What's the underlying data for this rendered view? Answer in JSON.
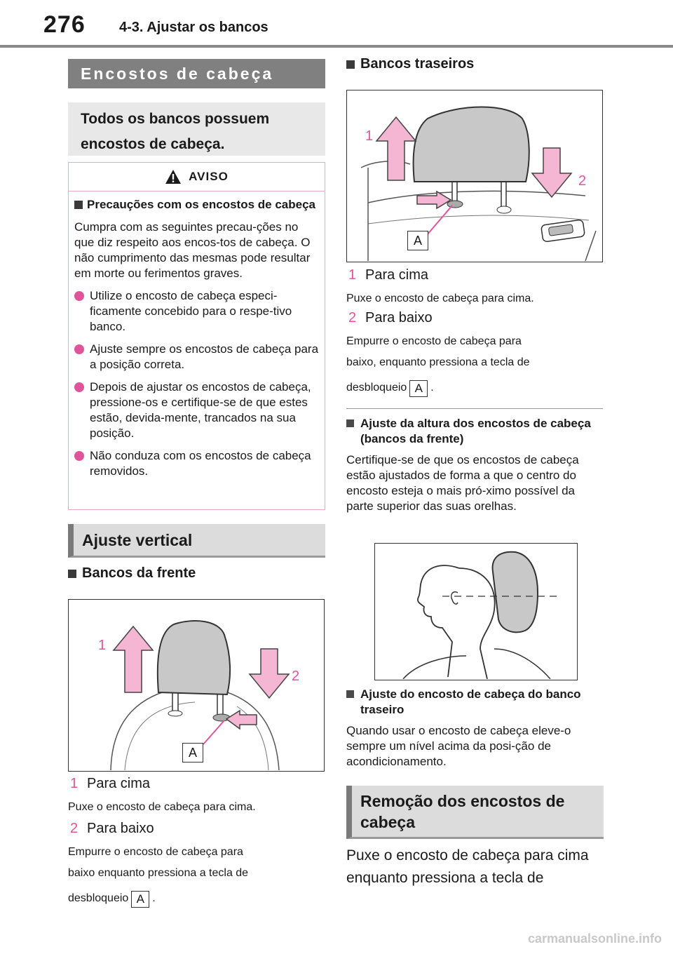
{
  "header": {
    "page_number": "276",
    "chapter": "4-3. Ajustar os bancos"
  },
  "left": {
    "section_title": "Encostos de cabeça",
    "intro": "Todos os bancos possuem encostos de cabeça.",
    "warning": {
      "label": "AVISO",
      "subtitle": "Precauções com os encostos de cabeça",
      "paragraph": "Cumpra com as seguintes precau-ções no que diz respeito aos encos-tos de cabeça. O não cumprimento das mesmas pode resultar em morte ou ferimentos graves.",
      "bullets": [
        "Utilize o encosto de cabeça especi-ficamente concebido para o respe-tivo banco.",
        "Ajuste sempre os encostos de cabeça para a posição correta.",
        "Depois de ajustar os encostos de cabeça, pressione-os e certifique-se de que estes estão, devida-mente, trancados na sua posição.",
        "Não conduza com os encostos de cabeça removidos."
      ]
    },
    "vertical_title": "Ajuste vertical",
    "front_title": "Bancos da frente",
    "figure_labels": {
      "one": "1",
      "two": "2",
      "a": "A"
    },
    "step1_num": "1",
    "step1_title": "Para cima",
    "step1_desc": "Puxe o encosto de cabeça para cima.",
    "step2_num": "2",
    "step2_title": "Para baixo",
    "step2_desc_a": "Empurre o encosto de cabeça para",
    "step2_desc_b": "baixo enquanto pressiona a tecla de",
    "step2_desc_c": "desbloqueio",
    "key": "A",
    "period": "."
  },
  "right": {
    "rear_title": "Bancos traseiros",
    "figure_labels": {
      "one": "1",
      "two": "2",
      "a": "A"
    },
    "step1_num": "1",
    "step1_title": "Para cima",
    "step1_desc": "Puxe o encosto de cabeça para cima.",
    "step2_num": "2",
    "step2_title": "Para baixo",
    "step2_desc_a": "Empurre o encosto de cabeça para",
    "step2_desc_b": "baixo, enquanto pressiona a tecla de",
    "step2_desc_c": "desbloqueio",
    "key": "A",
    "period": ".",
    "height_title": "Ajuste da altura dos encostos de cabeça (bancos da frente)",
    "height_text": "Certifique-se de que os encostos de cabeça estão ajustados de forma a que o centro do encosto esteja o mais pró-ximo possível da parte superior das suas orelhas.",
    "rear_adjust_title": "Ajuste do encosto de cabeça do banco traseiro",
    "rear_adjust_text": "Quando usar o encosto de cabeça eleve-o sempre um nível acima da posi-ção de acondicionamento.",
    "removal_title": "Remoção dos encostos de cabeça",
    "removal_text": "Puxe o encosto de cabeça para cima enquanto pressiona a tecla de"
  },
  "footer": "carmanualsonline.info",
  "colors": {
    "accent": "#e0549b",
    "arrow_fill": "#f4b6d3",
    "headrest": "#c8c8c8"
  }
}
